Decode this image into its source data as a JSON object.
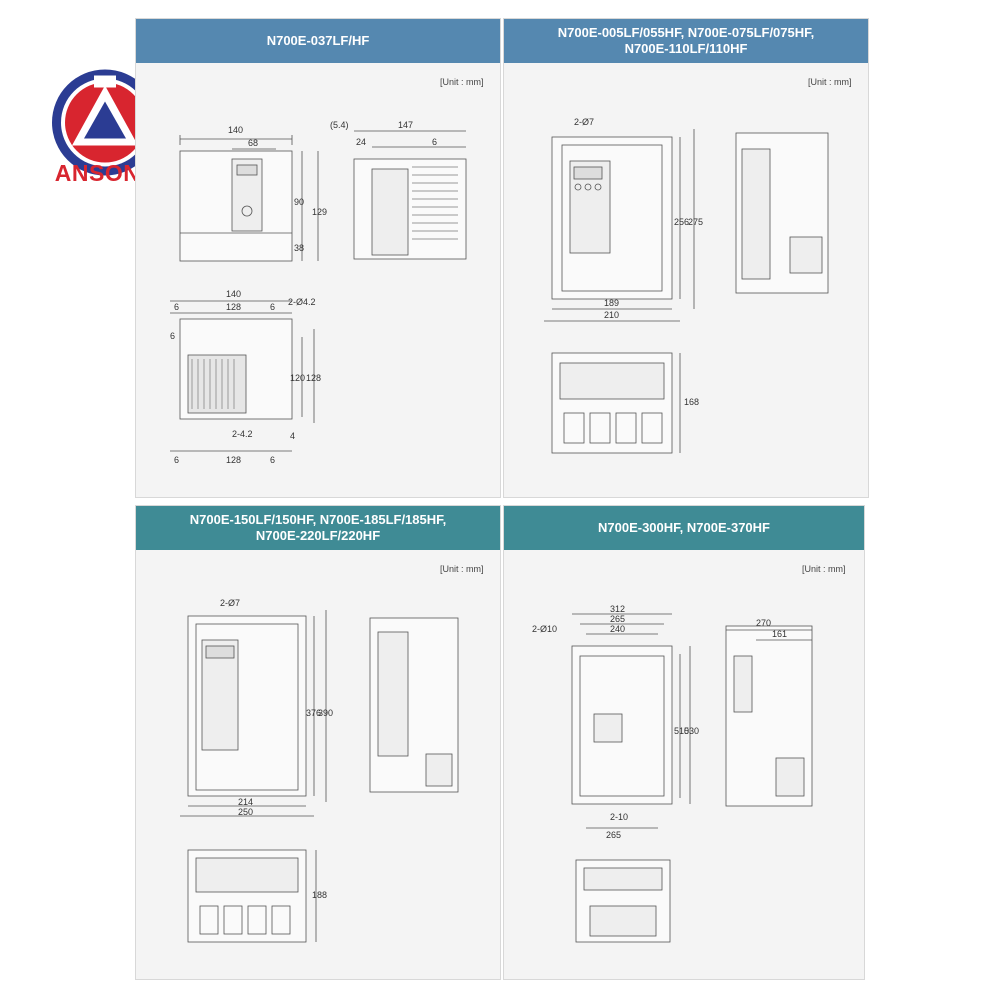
{
  "brand": {
    "name": "ANSONS",
    "logo_icon": "ansons-logo-icon",
    "colors": {
      "red": "#d8252f",
      "blue": "#2b3c93"
    }
  },
  "unit_label": "[Unit : mm]",
  "panels": [
    {
      "id": "p1",
      "header_lines": [
        "N700E-037LF/HF"
      ],
      "header_color": "#5588b0",
      "dims": {
        "w140": "140",
        "w68": "68",
        "h90": "90",
        "h129": "129",
        "h38": "38",
        "d54": "(5.4)",
        "d147": "147",
        "d24": "24",
        "d6": "6",
        "b140": "140",
        "b128": "128",
        "b6a": "6",
        "b6b": "6",
        "hole": "2-Ø4.2",
        "h120": "120",
        "h128": "128",
        "slot": "2-4.2",
        "bb6a": "6",
        "bb128": "128",
        "bb6b": "6",
        "s6a": "6",
        "s4a": "4"
      }
    },
    {
      "id": "p2",
      "header_lines": [
        "N700E-005LF/055HF, N700E-075LF/075HF,",
        "N700E-110LF/110HF"
      ],
      "header_color": "#5588b0",
      "dims": {
        "hole": "2-Ø7",
        "h256": "256",
        "h275": "275",
        "w189": "189",
        "w210": "210",
        "h168": "168"
      }
    },
    {
      "id": "p3",
      "header_lines": [
        "N700E-150LF/150HF, N700E-185LF/185HF,",
        "N700E-220LF/220HF"
      ],
      "header_color": "#3f8b95",
      "dims": {
        "hole": "2-Ø7",
        "h376": "376",
        "h390": "390",
        "w214": "214",
        "w250": "250",
        "h188": "188"
      }
    },
    {
      "id": "p4",
      "header_lines": [
        "N700E-300HF, N700E-370HF"
      ],
      "header_color": "#3f8b95",
      "dims": {
        "hole": "2-Ø10",
        "w312": "312",
        "w265": "265",
        "w240": "240",
        "h510": "510",
        "h530": "530",
        "slot": "2-10",
        "b265": "265",
        "d270": "270",
        "d161": "161"
      }
    }
  ]
}
